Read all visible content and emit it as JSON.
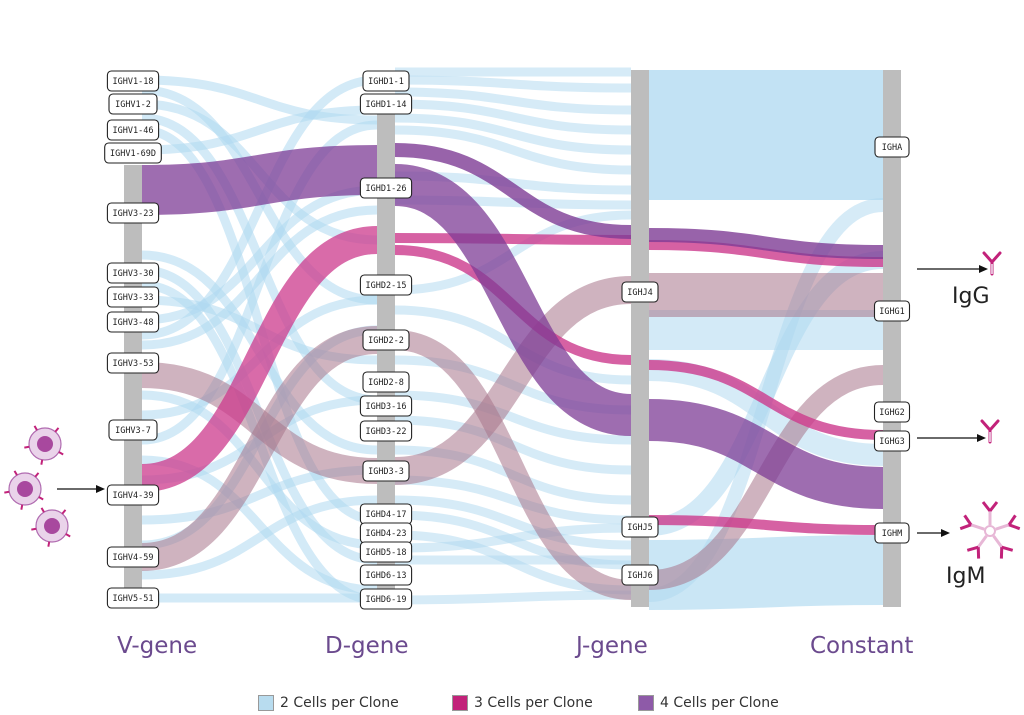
{
  "columns": {
    "v": "V-gene",
    "d": "D-gene",
    "j": "J-gene",
    "c": "Constant"
  },
  "nodes": {
    "v": [
      "IGHV1-18",
      "IGHV1-2",
      "IGHV1-46",
      "IGHV1-69D",
      "IGHV3-23",
      "IGHV3-30",
      "IGHV3-33",
      "IGHV3-48",
      "IGHV3-53",
      "IGHV3-7",
      "IGHV4-39",
      "IGHV4-59",
      "IGHV5-51"
    ],
    "d": [
      "IGHD1-1",
      "IGHD1-14",
      "IGHD1-26",
      "IGHD2-15",
      "IGHD2-2",
      "IGHD2-8",
      "IGHD3-16",
      "IGHD3-22",
      "IGHD3-3",
      "IGHD4-17",
      "IGHD4-23",
      "IGHD5-18",
      "IGHD6-13",
      "IGHD6-19"
    ],
    "j": [
      "IGHJ4",
      "IGHJ5",
      "IGHJ6"
    ],
    "c": [
      "IGHA",
      "IGHG1",
      "IGHG2",
      "IGHG3",
      "IGHM"
    ]
  },
  "isotypes": {
    "igg": "IgG",
    "igm": "IgM"
  },
  "legend": [
    {
      "label": "2 Cells per Clone",
      "color": "#b8dcef"
    },
    {
      "label": "3 Cells per Clone",
      "color": "#c2227a"
    },
    {
      "label": "4 Cells per Clone",
      "color": "#8e5aa8"
    }
  ],
  "colors": {
    "two_cells": "#aed8f0",
    "three_cells": "#cc3a8c",
    "four_cells": "#7e3c95",
    "mauve": "#a8748a",
    "bar": "#bdbdbd",
    "title": "#6b4a8e"
  }
}
